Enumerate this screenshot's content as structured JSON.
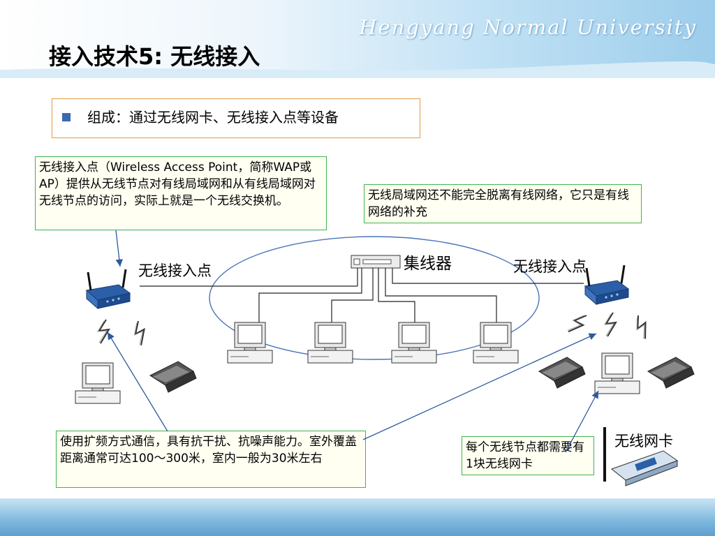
{
  "header": {
    "university": "Hengyang Normal University",
    "title": "接入技术5: 无线接入"
  },
  "summary": {
    "text": "组成：通过无线网卡、无线接入点等设备"
  },
  "callouts": {
    "access_point": "无线接入点（Wireless Access Point，简称WAP或AP）提供从无线节点对有线局域网和从有线局域网对无线节点的访问，实际上就是一个无线交换机。",
    "wlan": "无线局域网还不能完全脱离有线网络，它只是有线网络的补充",
    "spread_spectrum": "使用扩频方式通信，具有抗干扰、抗噪声能力。室外覆盖距离通常可达100～300米，室内一般为30米左右",
    "nic_requirement": "每个无线节点都需要有1块无线网卡"
  },
  "labels": {
    "ap_left": "无线接入点",
    "hub": "集线器",
    "ap_right": "无线接入点",
    "nic": "无线网卡"
  },
  "colors": {
    "callout_border": "#3fb34f",
    "summary_border": "#e39a43",
    "bullet": "#3c68b0",
    "router": "#2b5fa8",
    "arrow": "#2d5a9e"
  }
}
